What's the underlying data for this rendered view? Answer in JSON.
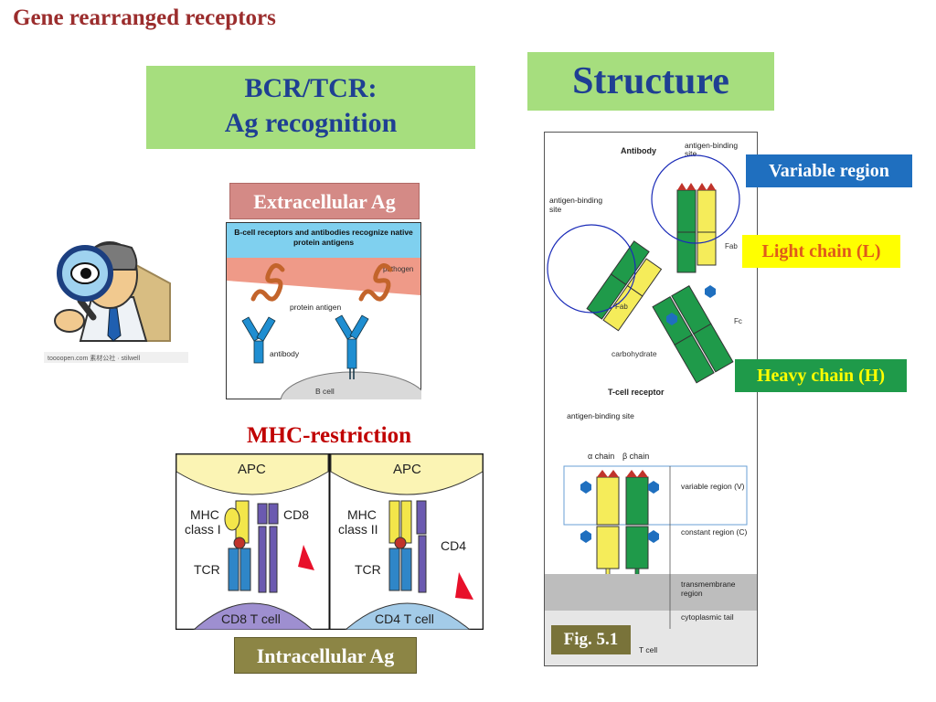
{
  "slide": {
    "title": "Gene rearranged receptors",
    "bcr_box": {
      "line1": "BCR/TCR:",
      "line2": "Ag recognition"
    },
    "structure_box": "Structure",
    "extracellular_label": "Extracellular Ag",
    "intracellular_label": "Intracellular Ag",
    "mhc_title": "MHC-restriction",
    "variable_region_label": "Variable region",
    "light_chain_label": "Light chain (L)",
    "heavy_chain_label": "Heavy chain (H)",
    "fig_label": "Fig. 5.1"
  },
  "bcell_panel": {
    "header": "B-cell receptors and antibodies recognize native protein antigens",
    "pathogen": "pathogen",
    "protein_antigen": "protein antigen",
    "antibody": "antibody",
    "b_cell": "B cell"
  },
  "clipart": {
    "watermark": "toooopen.com 素材公社 · stilwell"
  },
  "mhc_panel": {
    "left": {
      "apc": "APC",
      "mhc": "MHC",
      "mhc_class": "class I",
      "coreceptor": "CD8",
      "tcr": "TCR",
      "cell": "CD8 T cell"
    },
    "right": {
      "apc": "APC",
      "mhc": "MHC",
      "mhc_class": "class II",
      "coreceptor": "CD4",
      "tcr": "TCR",
      "cell": "CD4 T cell"
    }
  },
  "structure_figure": {
    "antibody_title": "Antibody",
    "antigen_binding_site_top": "antigen-binding site",
    "antigen_binding_site_left": "antigen-binding site",
    "fab": "Fab",
    "fc": "Fc",
    "carbohydrate": "carbohydrate",
    "tcr_title": "T-cell receptor",
    "tcr_antigen_binding_site": "antigen-binding site",
    "alpha_chain": "α chain",
    "beta_chain": "β chain",
    "variable_region": "variable region (V)",
    "constant_region": "constant region (C)",
    "transmembrane_region": "transmembrane region",
    "cytoplasmic_tail": "cytoplasmic tail",
    "t_cell": "T cell"
  },
  "colors": {
    "title_red": "#9b2d2d",
    "green_box": "#a6de7e",
    "navy_text": "#1f3f93",
    "heavy_green": "#1f9a4a",
    "light_yellow": "#f5ec5a",
    "variable_blue": "#1f6fbf"
  }
}
